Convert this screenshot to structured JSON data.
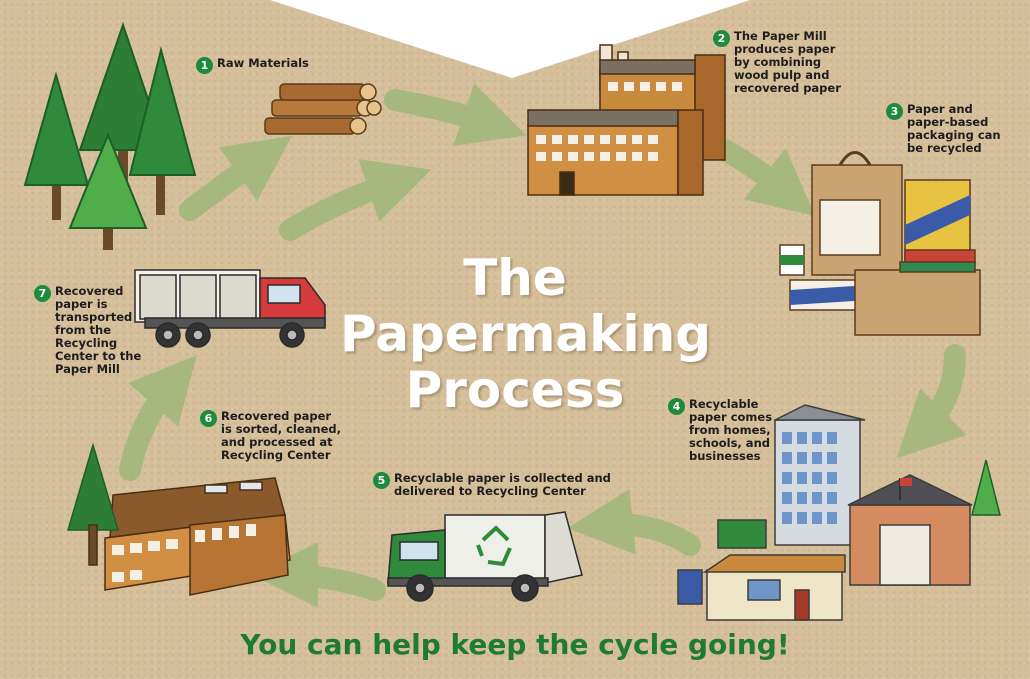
{
  "title": {
    "line1": "The",
    "line2": "Papermaking",
    "line3": "Process"
  },
  "tagline": "You can help keep the cycle going!",
  "steps": [
    {
      "number": "1",
      "text": "Raw Materials"
    },
    {
      "number": "2",
      "lines": [
        "The Paper Mill",
        "produces paper",
        "by combining",
        "wood pulp and",
        "recovered paper"
      ]
    },
    {
      "number": "3",
      "lines": [
        "Paper and",
        "paper-based",
        "packaging can",
        "be recycled"
      ]
    },
    {
      "number": "4",
      "lines": [
        "Recyclable",
        "paper comes",
        "from homes,",
        "schools, and",
        "businesses"
      ]
    },
    {
      "number": "5",
      "lines": [
        "Recyclable paper is collected and",
        "delivered to Recycling Center"
      ]
    },
    {
      "number": "6",
      "lines": [
        "Recovered paper",
        "is sorted, cleaned,",
        "and processed at",
        "Recycling Center"
      ]
    },
    {
      "number": "7",
      "lines": [
        "Recovered",
        "paper is",
        "transported",
        "from the",
        "Recycling",
        "Center to the",
        "Paper Mill"
      ]
    }
  ],
  "colors": {
    "background": "#d6c09b",
    "accent_green": "#1e8a3c",
    "arrow_green": "#9fb77a",
    "tagline_green": "#1f7a36"
  },
  "icons": [
    "trees-icon",
    "logs-icon",
    "paper-mill-icon",
    "packaging-icon",
    "buildings-icon",
    "garbage-truck-icon",
    "recycling-center-icon",
    "delivery-truck-icon",
    "recycle-symbol-icon"
  ]
}
